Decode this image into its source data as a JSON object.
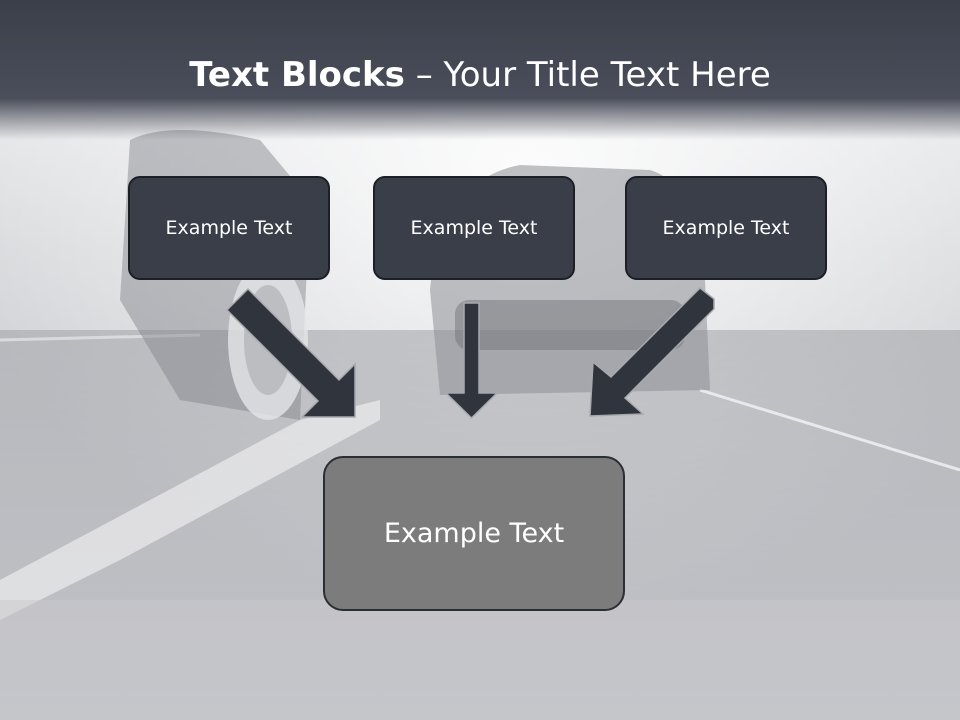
{
  "slide": {
    "title_bold": "Text Blocks",
    "title_rest": " – Your Title Text Here"
  },
  "blocks": {
    "top": [
      {
        "label": "Example Text"
      },
      {
        "label": "Example Text"
      },
      {
        "label": "Example Text"
      }
    ],
    "bottom": {
      "label": "Example Text"
    }
  },
  "colors": {
    "title_band": "#3b3f4a",
    "top_box_fill": "#393e48",
    "bottom_box_fill": "#7c7c7c",
    "arrow": "#2f343d",
    "text": "#ffffff"
  }
}
